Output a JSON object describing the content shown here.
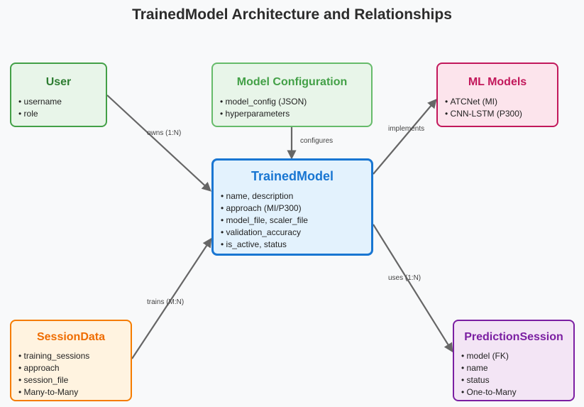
{
  "title": "TrainedModel Architecture and Relationships",
  "nodes": {
    "user": {
      "title": "User",
      "items": [
        "username",
        "role"
      ]
    },
    "config": {
      "title": "Model Configuration",
      "items": [
        "model_config (JSON)",
        "hyperparameters"
      ]
    },
    "ml_models": {
      "title": "ML Models",
      "items": [
        "ATCNet (MI)",
        "CNN-LSTM (P300)"
      ]
    },
    "trained_model": {
      "title": "TrainedModel",
      "items": [
        "name, description",
        "approach (MI/P300)",
        "model_file, scaler_file",
        "validation_accuracy",
        "is_active, status"
      ]
    },
    "session_data": {
      "title": "SessionData",
      "items": [
        "training_sessions",
        "approach",
        "session_file",
        "Many-to-Many"
      ]
    },
    "prediction_session": {
      "title": "PredictionSession",
      "items": [
        "model (FK)",
        "name",
        "status",
        "One-to-Many"
      ]
    }
  },
  "edges": {
    "owns": "owns (1:N)",
    "configures": "configures",
    "implements": "implements",
    "trains": "trains (M:N)",
    "uses": "uses (1:N)"
  },
  "colors": {
    "edge": "#666666",
    "user": "#43a047",
    "config": "#66bb6a",
    "ml_models": "#c2185b",
    "trained_model": "#1976d2",
    "session_data": "#f57c00",
    "prediction_session": "#7b1fa2"
  }
}
